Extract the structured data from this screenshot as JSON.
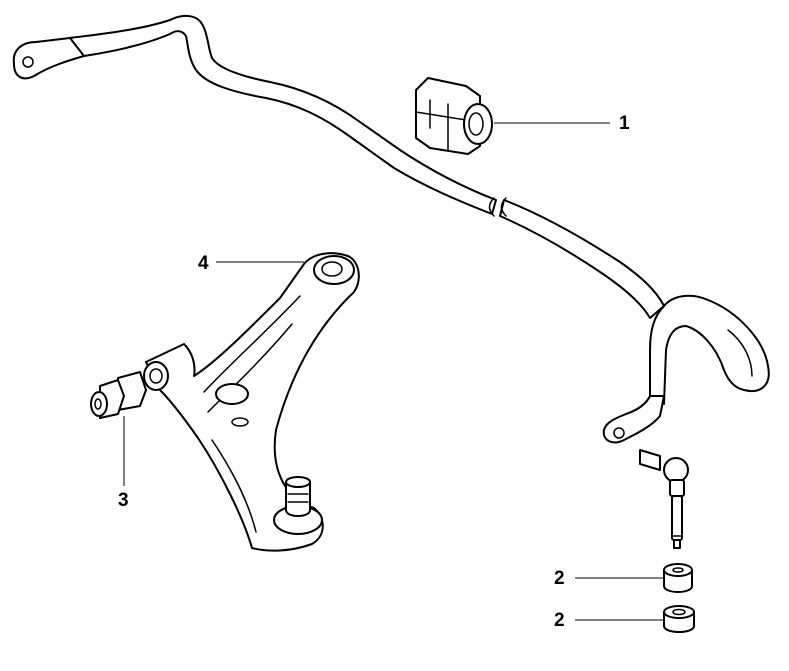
{
  "callouts": [
    {
      "id": "bushing",
      "label": "1"
    },
    {
      "id": "link-washer-upper",
      "label": "2"
    },
    {
      "id": "link-washer-lower",
      "label": "2"
    },
    {
      "id": "arm-rear-bushing",
      "label": "3"
    },
    {
      "id": "control-arm",
      "label": "4"
    }
  ]
}
